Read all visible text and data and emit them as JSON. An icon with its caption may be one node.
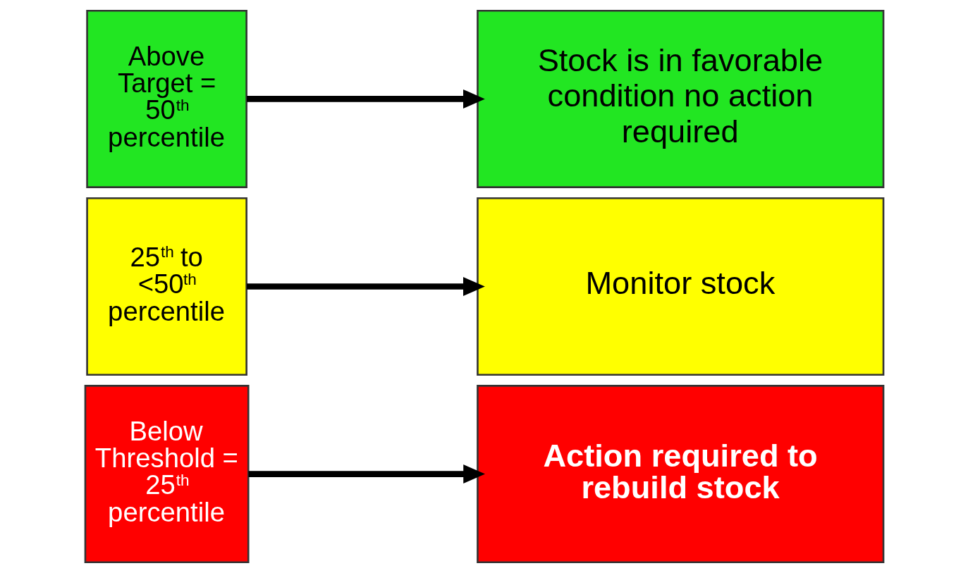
{
  "diagram": {
    "nodes": [
      {
        "text": [
          "Above Target = 50$^{th}$ percentile"
        ]
      },
      {
        "text": [
          "Stock is in favorable condition no action required"
        ]
      },
      {
        "text": [
          "25$^{th}$ to <50$^{th}$ percentile"
        ]
      },
      {
        "text": [
          "Monitor stock"
        ]
      },
      {
        "text": [
          "Below Threshold = 25$^{th}$ percentile"
        ]
      },
      {
        "text": [
          "Action required to rebuild stock"
        ]
      }
    ],
    "edges": [
      {
        "from": 0,
        "to": 1,
        "arrow": "to"
      },
      {
        "from": 2,
        "to": 3,
        "arrow": "to"
      },
      {
        "from": 4,
        "to": 5,
        "arrow": "to"
      }
    ]
  }
}
